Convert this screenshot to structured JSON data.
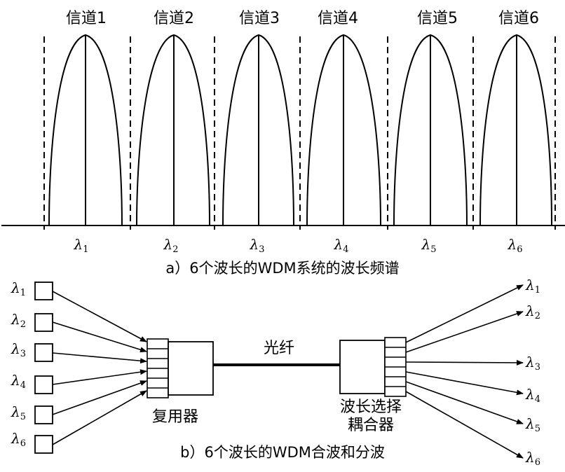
{
  "part_a": {
    "channels": [
      {
        "label": "信道1",
        "lambda": "λ",
        "sub": "1"
      },
      {
        "label": "信道2",
        "lambda": "λ",
        "sub": "2"
      },
      {
        "label": "信道3",
        "lambda": "λ",
        "sub": "3"
      },
      {
        "label": "信道4",
        "lambda": "λ",
        "sub": "4"
      },
      {
        "label": "信道5",
        "lambda": "λ",
        "sub": "5"
      },
      {
        "label": "信道6",
        "lambda": "λ",
        "sub": "6"
      }
    ],
    "caption": "a）6个波长的WDM系统的波长频谱"
  },
  "part_b": {
    "inputs": [
      {
        "lambda": "λ",
        "sub": "1"
      },
      {
        "lambda": "λ",
        "sub": "2"
      },
      {
        "lambda": "λ",
        "sub": "3"
      },
      {
        "lambda": "λ",
        "sub": "4"
      },
      {
        "lambda": "λ",
        "sub": "5"
      },
      {
        "lambda": "λ",
        "sub": "6"
      }
    ],
    "outputs": [
      {
        "lambda": "λ",
        "sub": "1"
      },
      {
        "lambda": "λ",
        "sub": "2"
      },
      {
        "lambda": "λ",
        "sub": "3"
      },
      {
        "lambda": "λ",
        "sub": "4"
      },
      {
        "lambda": "λ",
        "sub": "5"
      },
      {
        "lambda": "λ",
        "sub": "6"
      }
    ],
    "mux_label": "复用器",
    "fiber_label": "光纤",
    "demux_label_line1": "波长选择",
    "demux_label_line2": "耦合器",
    "caption": "b）6个波长的WDM合波和分波"
  }
}
